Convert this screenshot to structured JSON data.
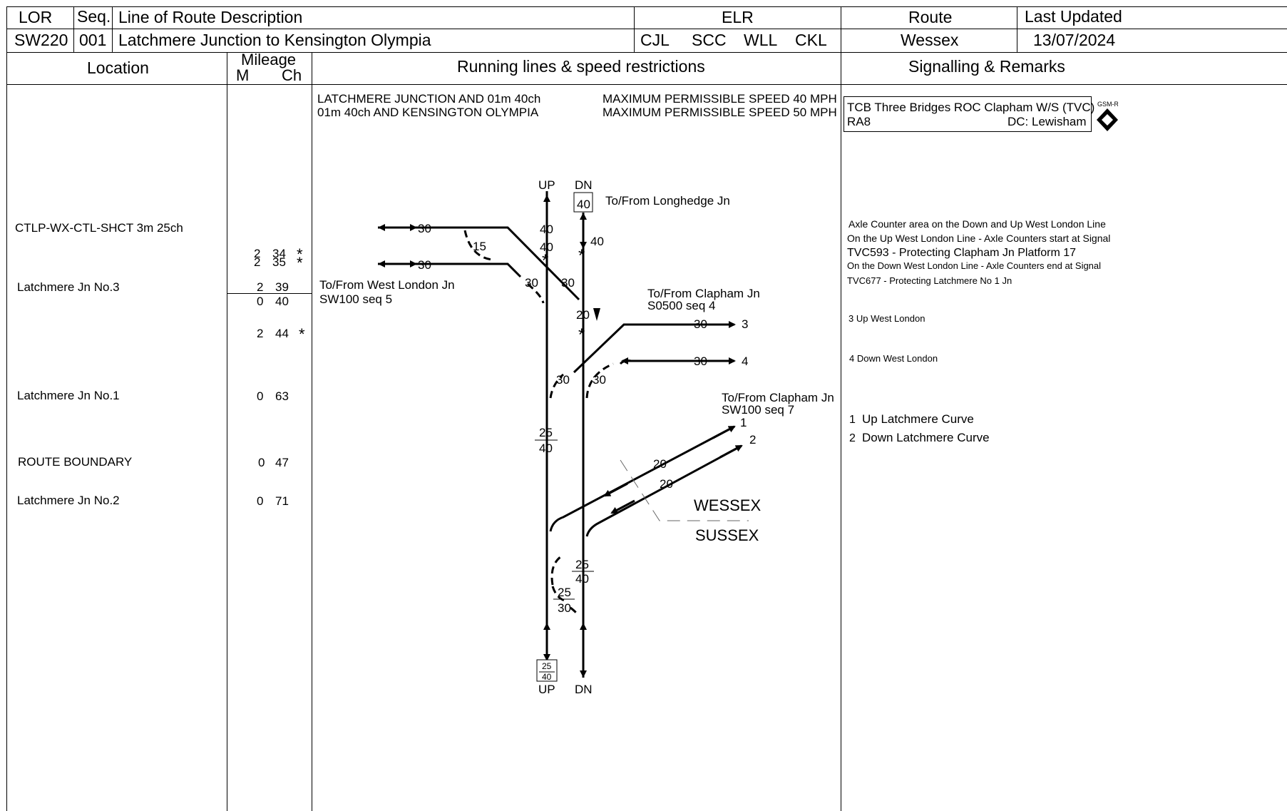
{
  "header": {
    "lor_label": "LOR",
    "seq_label": "Seq.",
    "desc_label": "Line of Route Description",
    "elr_label": "ELR",
    "route_label": "Route",
    "updated_label": "Last Updated",
    "lor": "SW220",
    "seq": "001",
    "description": "Latchmere Junction to Kensington Olympia",
    "elr_codes": [
      "CJL",
      "SCC",
      "WLL",
      "CKL"
    ],
    "route": "Wessex",
    "updated": "13/07/2024"
  },
  "columns": {
    "location": "Location",
    "mileage": "Mileage",
    "miles": "M",
    "chains": "Ch",
    "running": "Running lines & speed restrictions",
    "signalling": "Signalling & Remarks"
  },
  "locations": [
    {
      "name": "CTLP-WX-CTL-SHCT 3m 25ch"
    },
    {
      "name": "Latchmere Jn No.3"
    },
    {
      "name": "Latchmere Jn No.1"
    },
    {
      "name": "ROUTE BOUNDARY"
    },
    {
      "name": "Latchmere Jn No.2"
    }
  ],
  "mileages": [
    {
      "m": "2",
      "ch": "34",
      "star": "*"
    },
    {
      "m": "2",
      "ch": "35",
      "star": "*"
    },
    {
      "m": "2",
      "ch": "39",
      "star": ""
    },
    {
      "m": "0",
      "ch": "40",
      "star": ""
    },
    {
      "m": "2",
      "ch": "44",
      "star": "*"
    },
    {
      "m": "0",
      "ch": "63",
      "star": ""
    },
    {
      "m": "0",
      "ch": "47",
      "star": ""
    },
    {
      "m": "0",
      "ch": "71",
      "star": ""
    }
  ],
  "speed_notes": [
    {
      "section": "LATCHMERE JUNCTION AND 01m 40ch",
      "limit": "MAXIMUM PERMISSIBLE SPEED 40 MPH"
    },
    {
      "section": "01m 40ch AND KENSINGTON OLYMPIA",
      "limit": "MAXIMUM PERMISSIBLE SPEED 50 MPH"
    }
  ],
  "signalling": {
    "box_line1": "TCB Three Bridges ROC Clapham W/S (TVC)",
    "box_ra": "RA8",
    "box_dc": "DC: Lewisham",
    "gsm": "GSM-R",
    "axle1": "Axle Counter area on the Down and Up West London Line",
    "axle2": "On the Up West London Line - Axle Counters start at Signal",
    "axle3": "TVC593 - Protecting Clapham Jn Platform 17",
    "axle4": "On the Down West London Line - Axle Counters end at Signal",
    "axle5": "TVC677 - Protecting Latchmere No 1 Jn",
    "line3": "3 Up West London",
    "line4": "4 Down West London",
    "curve1_no": "1",
    "curve1": "Up Latchmere Curve",
    "curve2_no": "2",
    "curve2": "Down Latchmere Curve"
  },
  "diagram": {
    "up": "UP",
    "dn": "DN",
    "to_longhedge": "To/From Longhedge Jn",
    "to_westlondon": "To/From West London Jn",
    "westlondon_ref": "SW100  seq  5",
    "to_clapham1": "To/From Clapham Jn",
    "clapham1_ref": "S0500 seq 4",
    "to_clapham2": "To/From Clapham Jn",
    "clapham2_ref": "SW100  seq  7",
    "wessex": "WESSEX",
    "sussex": "SUSSEX",
    "line_3": "3",
    "line_4": "4",
    "line_1": "1",
    "line_2": "2",
    "s30": "30",
    "s15": "15",
    "s40": "40",
    "s20": "20",
    "s25": "25",
    "star": "*"
  }
}
